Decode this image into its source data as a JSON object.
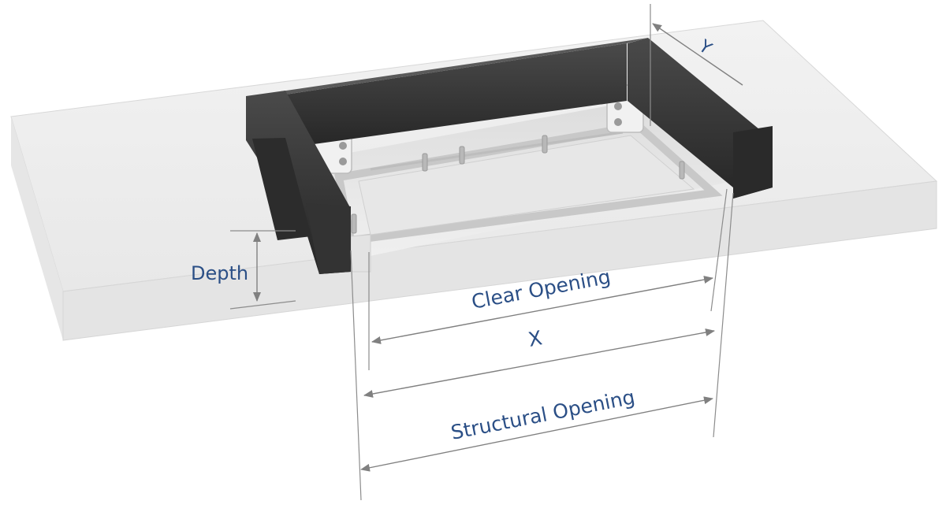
{
  "labels": {
    "y": "Y",
    "depth": "Depth",
    "clear_opening": "Clear Opening",
    "x": "X",
    "structural_opening": "Structural Opening"
  },
  "colors": {
    "label_text": "#2b4f86",
    "dimension_line": "#808080",
    "slab_top": "#eeeeee",
    "slab_edge": "#e2e2e2",
    "frame": "#3a3a3a",
    "tray": "#e9e9e9"
  }
}
